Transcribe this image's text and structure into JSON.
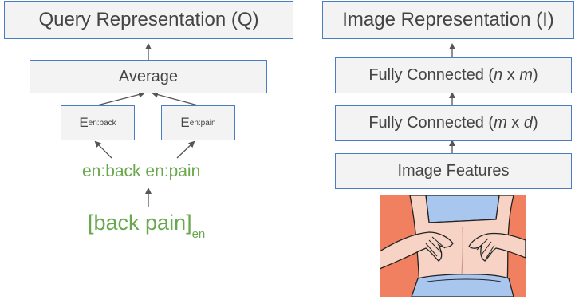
{
  "left": {
    "query_box": "Query Representation (Q)",
    "average_box": "Average",
    "embed_back": {
      "main": "E",
      "sub": "en:back"
    },
    "embed_pain": {
      "main": "E",
      "sub": "en:pain"
    },
    "tokens_text": "en:back en:pain",
    "query_text": {
      "main": "[back pain]",
      "sub": "en"
    }
  },
  "right": {
    "image_box": "Image Representation (I)",
    "fc1": {
      "prefix": "Fully Connected (",
      "a": "n",
      "mid": " x ",
      "b": "m",
      "suffix": ")"
    },
    "fc2": {
      "prefix": "Fully Connected (",
      "a": "m",
      "mid": " x ",
      "b": "d",
      "suffix": ")"
    },
    "features_box": "Image Features",
    "illustration_icon": "back-pain-illustration-icon"
  },
  "colors": {
    "border": "#4a7dc0",
    "box_fill": "#f3f3f3",
    "text": "#444444",
    "green": "#6aa84f",
    "arrow": "#555555"
  }
}
